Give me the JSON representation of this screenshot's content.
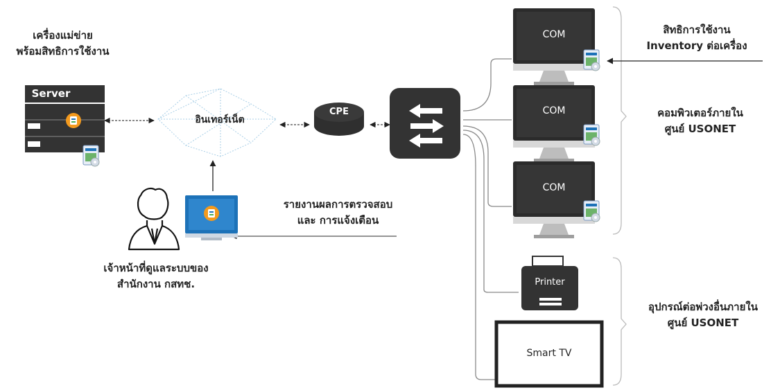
{
  "server": {
    "title": "เครื่องแม่ข่าย",
    "subtitle": "พร้อมสิทธิการใช้งาน",
    "label": "Server"
  },
  "internet": {
    "label": "อินเทอร์เน็ต"
  },
  "cpe": {
    "label": "CPE"
  },
  "computers": [
    {
      "label": "COM"
    },
    {
      "label": "COM"
    },
    {
      "label": "COM"
    }
  ],
  "printer": {
    "label": "Printer"
  },
  "smart_tv": {
    "label": "Smart TV"
  },
  "report": {
    "line1": "รายงานผลการตรวจสอบ",
    "line2": "และ การแจ้งเตือน"
  },
  "staff": {
    "line1": "เจ้าหน้าที่ดูแลระบบของ",
    "line2": "สำนักงาน กสทช."
  },
  "license_note": {
    "line1": "สิทธิการใช้งาน",
    "line2": "Inventory ต่อเครื่อง"
  },
  "computers_group": {
    "line1": "คอมพิวเตอร์ภายใน",
    "line2": "ศูนย์ USONET"
  },
  "peripherals_group": {
    "line1": "อุปกรณ์ต่อพ่วงอื่นภายใน",
    "line2": "ศูนย์ USONET"
  },
  "colors": {
    "device_dark": "#333333",
    "screen_blue": "#1d72b8",
    "app_orange": "#f39a1e",
    "cloud_line": "#9ec9e4"
  }
}
